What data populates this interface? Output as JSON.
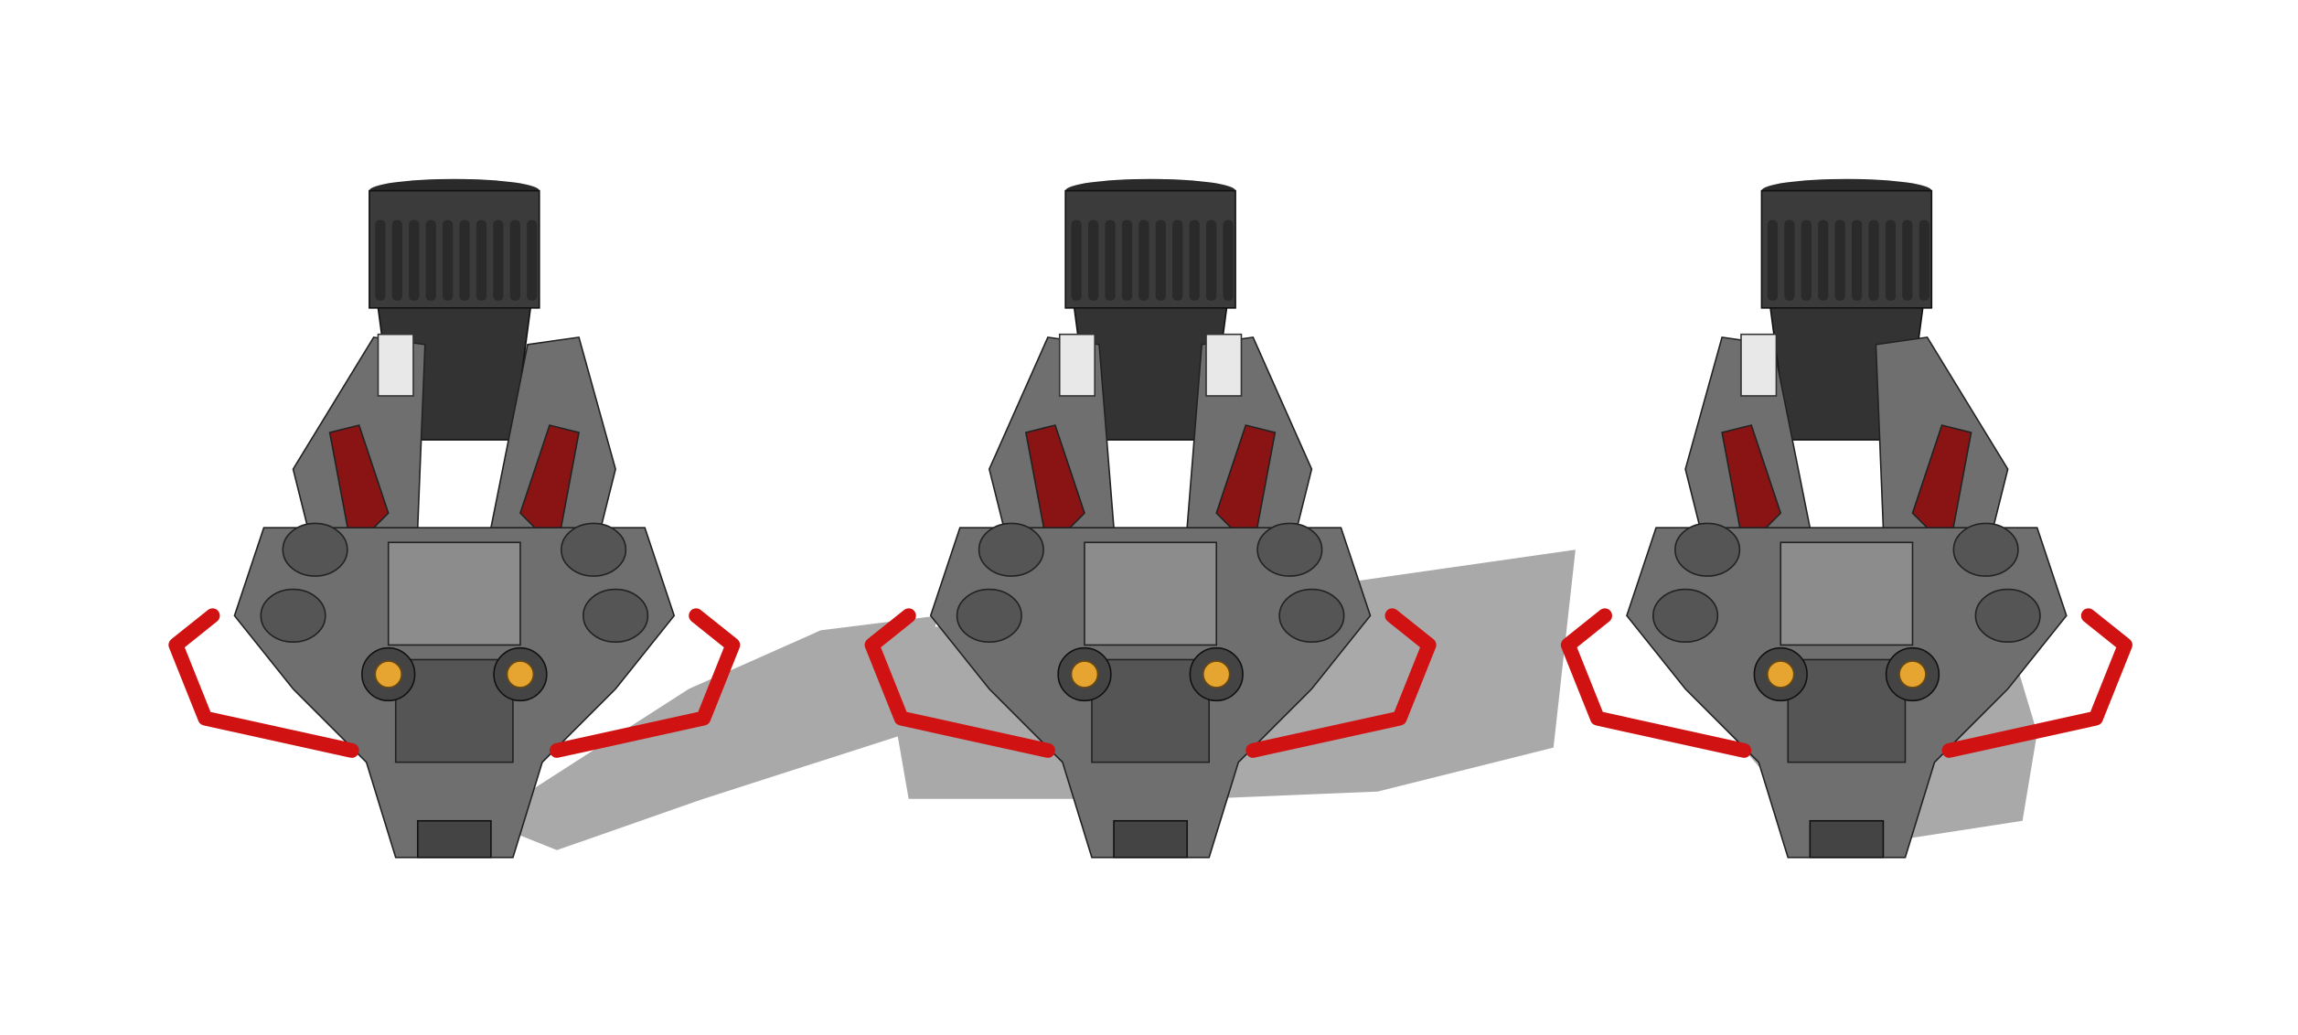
{
  "scene": {
    "background": "#ffffff",
    "colors": {
      "dark_metal": "#3b3b3b",
      "rib": "#2a2a2a",
      "body_grey": "#6f6f6f",
      "light_grey": "#8c8c8c",
      "pipe_red": "#d01212",
      "knob_orange": "#e6a531",
      "shadow": "#a9a9a9",
      "panel_white": "#e8e8e8"
    },
    "views": [
      "left-three-quarter-view",
      "front-view",
      "right-three-quarter-view"
    ]
  }
}
